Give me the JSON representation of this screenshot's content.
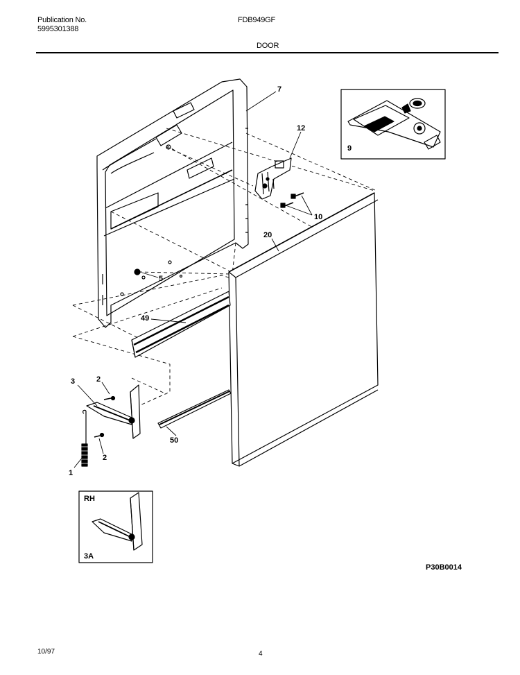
{
  "header": {
    "publication_label": "Publication No.",
    "publication_number": "5995301388",
    "model": "FDB949GF",
    "section": "DOOR"
  },
  "callouts": {
    "c7": "7",
    "c12": "12",
    "c10": "10",
    "c20": "20",
    "c5": "5",
    "c49": "49",
    "c3": "3",
    "c2a": "2",
    "c2b": "2",
    "c50": "50",
    "c1": "1",
    "c9": "9",
    "rh": "RH",
    "c3a": "3A"
  },
  "diagram_code": "P30B0014",
  "footer": {
    "date": "10/97",
    "page": "4"
  }
}
